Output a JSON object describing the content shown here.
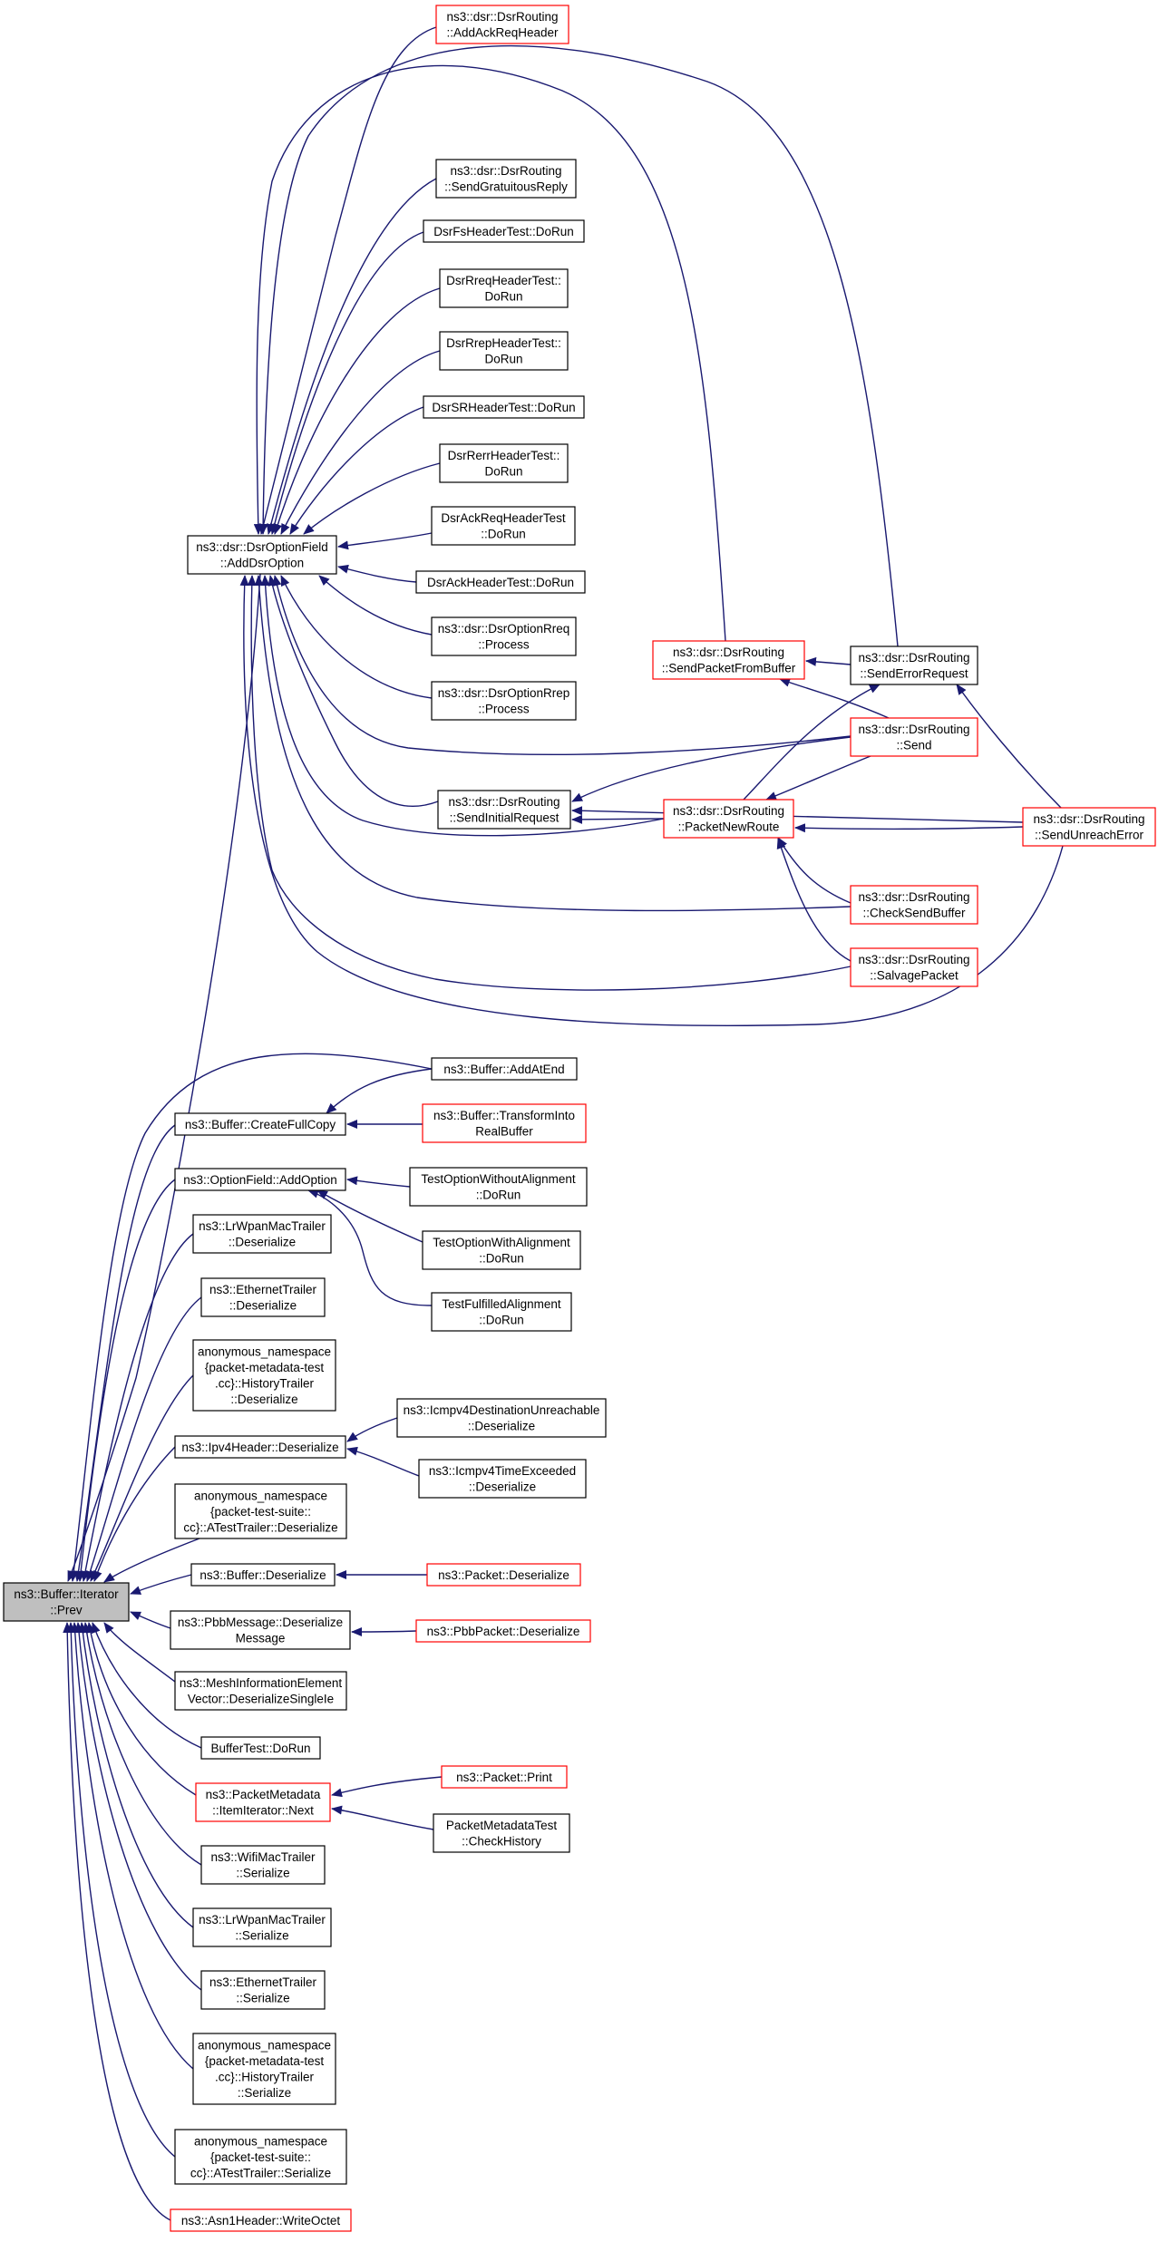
{
  "colors": {
    "edge": "#191970",
    "border_default": "#000000",
    "border_truncated": "#ff0000",
    "root_fill": "#bfbfbf",
    "node_fill": "#ffffff"
  },
  "nodes": [
    {
      "id": "n0",
      "lines": [
        "ns3::Buffer::Iterator",
        "::Prev"
      ],
      "style": "root"
    },
    {
      "id": "n1",
      "lines": [
        "ns3::dsr::DsrOptionField",
        "::AddDsrOption"
      ],
      "style": "normal"
    },
    {
      "id": "n2",
      "lines": [
        "ns3::dsr::DsrRouting",
        "::AddAckReqHeader"
      ],
      "style": "truncated"
    },
    {
      "id": "n3",
      "lines": [
        "ns3::dsr::DsrRouting",
        "::SendGratuitousReply"
      ],
      "style": "normal"
    },
    {
      "id": "n4",
      "lines": [
        "DsrFsHeaderTest::DoRun"
      ],
      "style": "normal"
    },
    {
      "id": "n5",
      "lines": [
        "DsrRreqHeaderTest::",
        "DoRun"
      ],
      "style": "normal"
    },
    {
      "id": "n6",
      "lines": [
        "DsrRrepHeaderTest::",
        "DoRun"
      ],
      "style": "normal"
    },
    {
      "id": "n7",
      "lines": [
        "DsrSRHeaderTest::DoRun"
      ],
      "style": "normal"
    },
    {
      "id": "n8",
      "lines": [
        "DsrRerrHeaderTest::",
        "DoRun"
      ],
      "style": "normal"
    },
    {
      "id": "n9",
      "lines": [
        "DsrAckReqHeaderTest",
        "::DoRun"
      ],
      "style": "normal"
    },
    {
      "id": "n10",
      "lines": [
        "DsrAckHeaderTest::DoRun"
      ],
      "style": "normal"
    },
    {
      "id": "n11",
      "lines": [
        "ns3::dsr::DsrOptionRreq",
        "::Process"
      ],
      "style": "normal"
    },
    {
      "id": "n12",
      "lines": [
        "ns3::dsr::DsrOptionRrep",
        "::Process"
      ],
      "style": "normal"
    },
    {
      "id": "n13",
      "lines": [
        "ns3::dsr::DsrRouting",
        "::SendPacketFromBuffer"
      ],
      "style": "truncated"
    },
    {
      "id": "n14",
      "lines": [
        "ns3::dsr::DsrRouting",
        "::SendErrorRequest"
      ],
      "style": "normal"
    },
    {
      "id": "n15",
      "lines": [
        "ns3::dsr::DsrRouting",
        "::Send"
      ],
      "style": "truncated"
    },
    {
      "id": "n16",
      "lines": [
        "ns3::dsr::DsrRouting",
        "::SendInitialRequest"
      ],
      "style": "normal"
    },
    {
      "id": "n17",
      "lines": [
        "ns3::dsr::DsrRouting",
        "::PacketNewRoute"
      ],
      "style": "truncated"
    },
    {
      "id": "n18",
      "lines": [
        "ns3::dsr::DsrRouting",
        "::SendUnreachError"
      ],
      "style": "truncated"
    },
    {
      "id": "n19",
      "lines": [
        "ns3::dsr::DsrRouting",
        "::CheckSendBuffer"
      ],
      "style": "truncated"
    },
    {
      "id": "n20",
      "lines": [
        "ns3::dsr::DsrRouting",
        "::SalvagePacket"
      ],
      "style": "truncated"
    },
    {
      "id": "n21",
      "lines": [
        "ns3::Buffer::AddAtEnd"
      ],
      "style": "normal"
    },
    {
      "id": "n22",
      "lines": [
        "ns3::Buffer::CreateFullCopy"
      ],
      "style": "normal"
    },
    {
      "id": "n23",
      "lines": [
        "ns3::Buffer::TransformInto",
        "RealBuffer"
      ],
      "style": "truncated"
    },
    {
      "id": "n24",
      "lines": [
        "ns3::OptionField::AddOption"
      ],
      "style": "normal"
    },
    {
      "id": "n25",
      "lines": [
        "TestOptionWithoutAlignment",
        "::DoRun"
      ],
      "style": "normal"
    },
    {
      "id": "n26",
      "lines": [
        "TestOptionWithAlignment",
        "::DoRun"
      ],
      "style": "normal"
    },
    {
      "id": "n27",
      "lines": [
        "TestFulfilledAlignment",
        "::DoRun"
      ],
      "style": "normal"
    },
    {
      "id": "n28",
      "lines": [
        "ns3::LrWpanMacTrailer",
        "::Deserialize"
      ],
      "style": "normal"
    },
    {
      "id": "n29",
      "lines": [
        "ns3::EthernetTrailer",
        "::Deserialize"
      ],
      "style": "normal"
    },
    {
      "id": "n30",
      "lines": [
        "anonymous_namespace",
        "{packet-metadata-test",
        ".cc}::HistoryTrailer",
        "::Deserialize"
      ],
      "style": "normal"
    },
    {
      "id": "n31",
      "lines": [
        "ns3::Ipv4Header::Deserialize"
      ],
      "style": "normal"
    },
    {
      "id": "n32",
      "lines": [
        "ns3::Icmpv4DestinationUnreachable",
        "::Deserialize"
      ],
      "style": "normal"
    },
    {
      "id": "n33",
      "lines": [
        "ns3::Icmpv4TimeExceeded",
        "::Deserialize"
      ],
      "style": "normal"
    },
    {
      "id": "n34",
      "lines": [
        "anonymous_namespace",
        "{packet-test-suite::",
        "cc}::ATestTrailer::Deserialize"
      ],
      "style": "normal"
    },
    {
      "id": "n35",
      "lines": [
        "ns3::Buffer::Deserialize"
      ],
      "style": "normal"
    },
    {
      "id": "n36",
      "lines": [
        "ns3::Packet::Deserialize"
      ],
      "style": "truncated"
    },
    {
      "id": "n37",
      "lines": [
        "ns3::PbbMessage::Deserialize",
        "Message"
      ],
      "style": "normal"
    },
    {
      "id": "n38",
      "lines": [
        "ns3::PbbPacket::Deserialize"
      ],
      "style": "truncated"
    },
    {
      "id": "n39",
      "lines": [
        "ns3::MeshInformationElement",
        "Vector::DeserializeSingleIe"
      ],
      "style": "normal"
    },
    {
      "id": "n40",
      "lines": [
        "BufferTest::DoRun"
      ],
      "style": "normal"
    },
    {
      "id": "n41",
      "lines": [
        "ns3::PacketMetadata",
        "::ItemIterator::Next"
      ],
      "style": "truncated"
    },
    {
      "id": "n42",
      "lines": [
        "ns3::Packet::Print"
      ],
      "style": "truncated"
    },
    {
      "id": "n43",
      "lines": [
        "PacketMetadataTest",
        "::CheckHistory"
      ],
      "style": "normal"
    },
    {
      "id": "n44",
      "lines": [
        "ns3::WifiMacTrailer",
        "::Serialize"
      ],
      "style": "normal"
    },
    {
      "id": "n45",
      "lines": [
        "ns3::LrWpanMacTrailer",
        "::Serialize"
      ],
      "style": "normal"
    },
    {
      "id": "n46",
      "lines": [
        "ns3::EthernetTrailer",
        "::Serialize"
      ],
      "style": "normal"
    },
    {
      "id": "n47",
      "lines": [
        "anonymous_namespace",
        "{packet-metadata-test",
        ".cc}::HistoryTrailer",
        "::Serialize"
      ],
      "style": "normal"
    },
    {
      "id": "n48",
      "lines": [
        "anonymous_namespace",
        "{packet-test-suite::",
        "cc}::ATestTrailer::Serialize"
      ],
      "style": "normal"
    },
    {
      "id": "n49",
      "lines": [
        "ns3::Asn1Header::WriteOctet"
      ],
      "style": "truncated"
    }
  ],
  "edges": [
    {
      "from": "n1",
      "to": "n0"
    },
    {
      "from": "n2",
      "to": "n1"
    },
    {
      "from": "n3",
      "to": "n1"
    },
    {
      "from": "n4",
      "to": "n1"
    },
    {
      "from": "n5",
      "to": "n1"
    },
    {
      "from": "n6",
      "to": "n1"
    },
    {
      "from": "n7",
      "to": "n1"
    },
    {
      "from": "n8",
      "to": "n1"
    },
    {
      "from": "n9",
      "to": "n1"
    },
    {
      "from": "n10",
      "to": "n1"
    },
    {
      "from": "n11",
      "to": "n1"
    },
    {
      "from": "n12",
      "to": "n1"
    },
    {
      "from": "n13",
      "to": "n1"
    },
    {
      "from": "n14",
      "to": "n1"
    },
    {
      "from": "n15",
      "to": "n1"
    },
    {
      "from": "n16",
      "to": "n1"
    },
    {
      "from": "n17",
      "to": "n1"
    },
    {
      "from": "n18",
      "to": "n1"
    },
    {
      "from": "n19",
      "to": "n1"
    },
    {
      "from": "n20",
      "to": "n1"
    },
    {
      "from": "n14",
      "to": "n13"
    },
    {
      "from": "n15",
      "to": "n13"
    },
    {
      "from": "n18",
      "to": "n14"
    },
    {
      "from": "n17",
      "to": "n14"
    },
    {
      "from": "n15",
      "to": "n16"
    },
    {
      "from": "n17",
      "to": "n16"
    },
    {
      "from": "n18",
      "to": "n16"
    },
    {
      "from": "n15",
      "to": "n17"
    },
    {
      "from": "n18",
      "to": "n17"
    },
    {
      "from": "n19",
      "to": "n17"
    },
    {
      "from": "n20",
      "to": "n17"
    },
    {
      "from": "n21",
      "to": "n0"
    },
    {
      "from": "n22",
      "to": "n0"
    },
    {
      "from": "n21",
      "to": "n22"
    },
    {
      "from": "n23",
      "to": "n22"
    },
    {
      "from": "n24",
      "to": "n0"
    },
    {
      "from": "n25",
      "to": "n24"
    },
    {
      "from": "n26",
      "to": "n24"
    },
    {
      "from": "n27",
      "to": "n24"
    },
    {
      "from": "n28",
      "to": "n0"
    },
    {
      "from": "n29",
      "to": "n0"
    },
    {
      "from": "n30",
      "to": "n0"
    },
    {
      "from": "n31",
      "to": "n0"
    },
    {
      "from": "n32",
      "to": "n31"
    },
    {
      "from": "n33",
      "to": "n31"
    },
    {
      "from": "n34",
      "to": "n0"
    },
    {
      "from": "n35",
      "to": "n0"
    },
    {
      "from": "n36",
      "to": "n35"
    },
    {
      "from": "n37",
      "to": "n0"
    },
    {
      "from": "n38",
      "to": "n37"
    },
    {
      "from": "n39",
      "to": "n0"
    },
    {
      "from": "n40",
      "to": "n0"
    },
    {
      "from": "n41",
      "to": "n0"
    },
    {
      "from": "n42",
      "to": "n41"
    },
    {
      "from": "n43",
      "to": "n41"
    },
    {
      "from": "n44",
      "to": "n0"
    },
    {
      "from": "n45",
      "to": "n0"
    },
    {
      "from": "n46",
      "to": "n0"
    },
    {
      "from": "n47",
      "to": "n0"
    },
    {
      "from": "n48",
      "to": "n0"
    },
    {
      "from": "n49",
      "to": "n0"
    }
  ]
}
